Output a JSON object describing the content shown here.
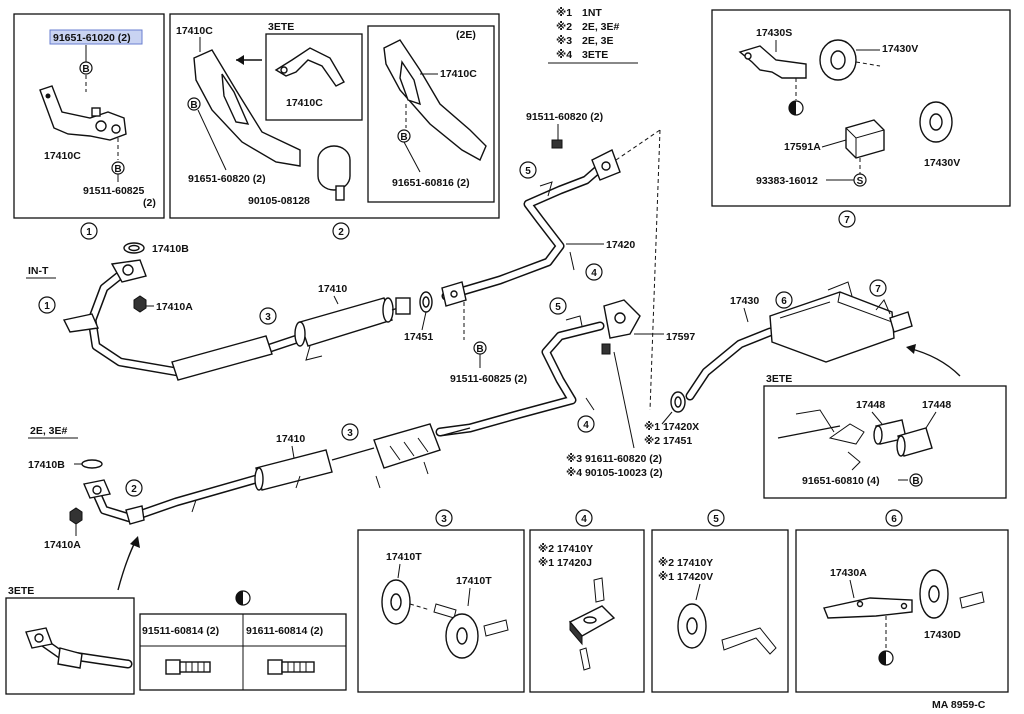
{
  "legend": {
    "items": [
      {
        "mark": "※1",
        "text": "1NT"
      },
      {
        "mark": "※2",
        "text": "2E, 3E#"
      },
      {
        "mark": "※3",
        "text": "2E, 3E"
      },
      {
        "mark": "※4",
        "text": "3ETE"
      }
    ]
  },
  "labels": {
    "p91651_61020": "91651-61020 (2)",
    "p17410C": "17410C",
    "p91511_60825_2": "91511-60825",
    "paren2": "(2)",
    "b3ete_title": "3ETE",
    "b2e_title": "(2E)",
    "p91651_60820": "91651-60820 (2)",
    "p90105_08128": "90105-08128",
    "p91651_60816": "91651-60816 (2)",
    "p91511_60820": "91511-60820 (2)",
    "p17420": "17420",
    "p17410B": "17410B",
    "p17410A": "17410A",
    "p17410": "17410",
    "p17451": "17451",
    "p91511_60825": "91511-60825 (2)",
    "p17597": "17597",
    "p17430": "17430",
    "p17420X": "※1 17420X",
    "p17451b": "※2 17451",
    "p91611_60820": "※3  91611-60820 (2)",
    "p90105_10023": "※4  90105-10023 (2)",
    "in_t": "IN-T",
    "e2e3e": "2E, 3E#",
    "ete3": "3ETE",
    "ete3b": "3ETE",
    "p17448": "17448",
    "p91651_60810": "91651-60810 (4)",
    "p17430S": "17430S",
    "p17430V": "17430V",
    "p17591A": "17591A",
    "p93383": "93383-16012",
    "p17410T": "17410T",
    "p17410Y": "※2 17410Y",
    "p17420J": "※1  17420J",
    "p17410Y5": "※2 17410Y",
    "p17420V": "※1  17420V",
    "p17430A": "17430A",
    "p17430D": "17430D",
    "p91511_60814": "91511-60814 (2)",
    "p91611_60814": "91611-60814 (2)",
    "code": "MA 8959-C"
  },
  "callouts": {
    "B": "B",
    "S": "S",
    "n1": "1",
    "n2": "2",
    "n3": "3",
    "n4": "4",
    "n5": "5",
    "n6": "6",
    "n7": "7"
  }
}
